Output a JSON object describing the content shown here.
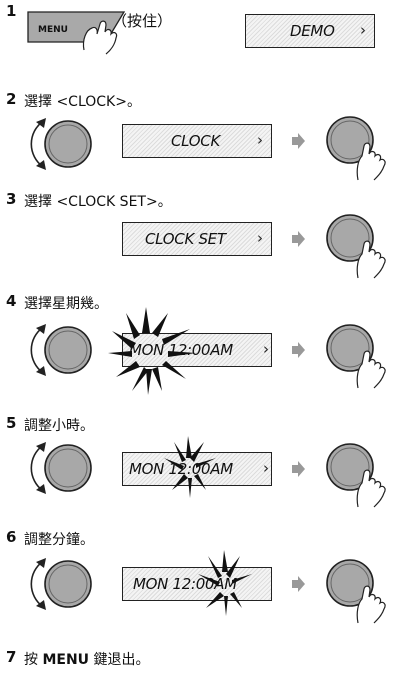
{
  "steps": [
    {
      "num": "1",
      "menu_label": "MENU",
      "hold_text": "（按住）",
      "lcd": "DEMO"
    },
    {
      "num": "2",
      "text": "選擇 <CLOCK>。",
      "lcd": "CLOCK"
    },
    {
      "num": "3",
      "text": "選擇 <CLOCK SET>。",
      "lcd": "CLOCK SET"
    },
    {
      "num": "4",
      "text": "選擇星期幾。",
      "lcd": "MON 12:00AM"
    },
    {
      "num": "5",
      "text": "調整小時。",
      "lcd": "MON 12:00AM"
    },
    {
      "num": "6",
      "text": "調整分鐘。",
      "lcd": "MON 12:00AM"
    },
    {
      "num": "7",
      "text_pre": "按 ",
      "text_bold": "MENU",
      "text_post": " 鍵退出。"
    }
  ],
  "lcd_chevron": "›",
  "icons": {
    "knob": "control-dial-icon",
    "rotate": "rotate-arrow-icon",
    "press": "press-hand-icon",
    "next": "arrow-right-icon",
    "flash": "blink-burst-icon"
  }
}
